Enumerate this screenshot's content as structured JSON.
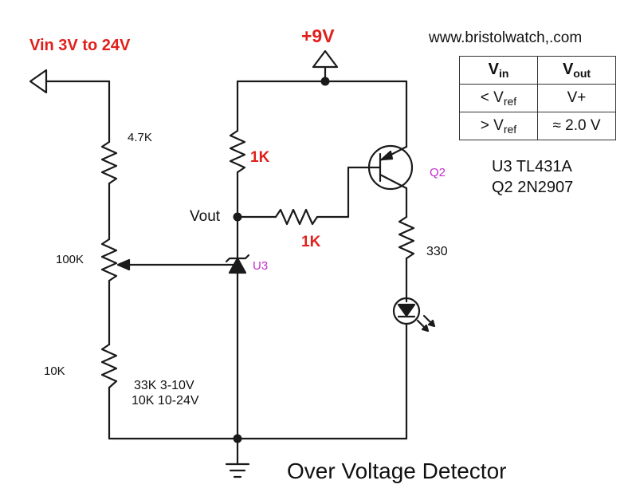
{
  "labels": {
    "vin": "Vin 3V to 24V",
    "plus9v": "+9V",
    "website": "www.bristolwatch,.com",
    "r_4k7": "4.7K",
    "r_1k_top": "1K",
    "r_1k_mid": "1K",
    "vout": "Vout",
    "pot_100k": "100K",
    "u3": "U3",
    "q2": "Q2",
    "r_330": "330",
    "r_10k": "10K",
    "note_line1": "33K 3-10V",
    "note_line2": "10K 10-24V",
    "title": "Over Voltage Detector"
  },
  "parts": {
    "u3": "U3 TL431A",
    "q2": "Q2 2N2907"
  },
  "truth_table": {
    "head_vin": "V",
    "head_vin_sub": "in",
    "head_vout": "V",
    "head_vout_sub": "out",
    "row1_in": "< V",
    "row1_in_sub": "ref",
    "row1_out": "V+",
    "row2_in": "> V",
    "row2_in_sub": "ref",
    "row2_out": "≈ 2.0 V"
  },
  "colors": {
    "wire": "#1a1a1a",
    "red_label": "#e0201c",
    "magenta_label": "#c02fc8"
  }
}
